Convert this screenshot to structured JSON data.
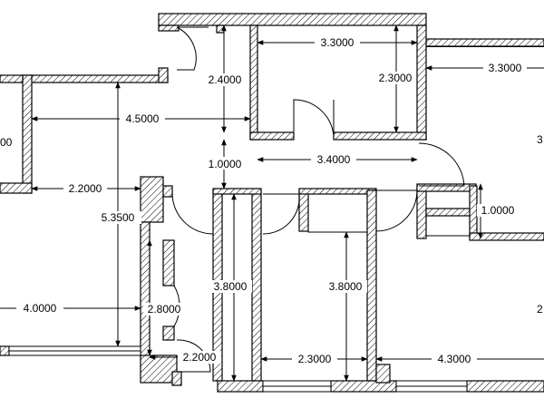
{
  "dimensions": {
    "top_room_width": "3.3000",
    "top_room_height_left": "2.4000",
    "top_room_height_right": "2.3000",
    "right_room_width": "3.3000",
    "left_room_width": "4.5000",
    "left_edge_partial": "00",
    "right_edge_partial_top": "3",
    "right_edge_partial_bottom": "2",
    "corridor_gap": "1.0000",
    "corridor_width": "3.4000",
    "left_stub": "2.2000",
    "left_height": "5.3500",
    "right_small": "1.0000",
    "bottom_left_width": "4.0000",
    "bath_height": "2.8000",
    "room_b_height": "3.8000",
    "room_c_height": "3.8000",
    "bottom_bath_width": "2.2000",
    "bottom_mid_width": "2.3000",
    "bottom_right_width": "4.3000"
  }
}
